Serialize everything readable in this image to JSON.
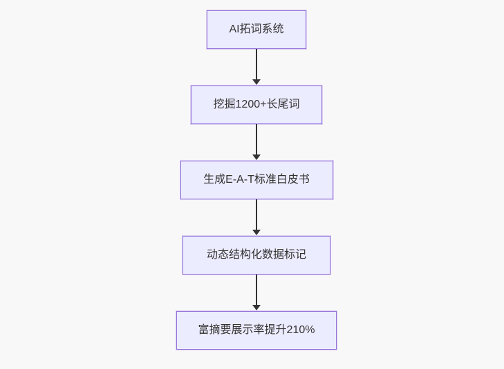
{
  "page": {
    "background_color": "#f8f8f8"
  },
  "diagram": {
    "type": "flowchart",
    "direction": "top-down",
    "colors": {
      "node_fill": "#ECECFF",
      "node_border": "#9370DB",
      "text_color": "#333333",
      "arrow_color": "#333333"
    },
    "nodes": [
      {
        "id": "n1",
        "label": "AI拓词系统"
      },
      {
        "id": "n2",
        "label": "挖掘1200+长尾词"
      },
      {
        "id": "n3",
        "label": "生成E-A-T标准白皮书"
      },
      {
        "id": "n4",
        "label": "动态结构化数据标记"
      },
      {
        "id": "n5",
        "label": "富摘要展示率提升210%"
      }
    ],
    "edges": [
      {
        "from": "n1",
        "to": "n2",
        "arrowhead": "triangle-down"
      },
      {
        "from": "n2",
        "to": "n3",
        "arrowhead": "triangle-down"
      },
      {
        "from": "n3",
        "to": "n4",
        "arrowhead": "triangle-down"
      },
      {
        "from": "n4",
        "to": "n5",
        "arrowhead": "triangle-down"
      }
    ]
  }
}
